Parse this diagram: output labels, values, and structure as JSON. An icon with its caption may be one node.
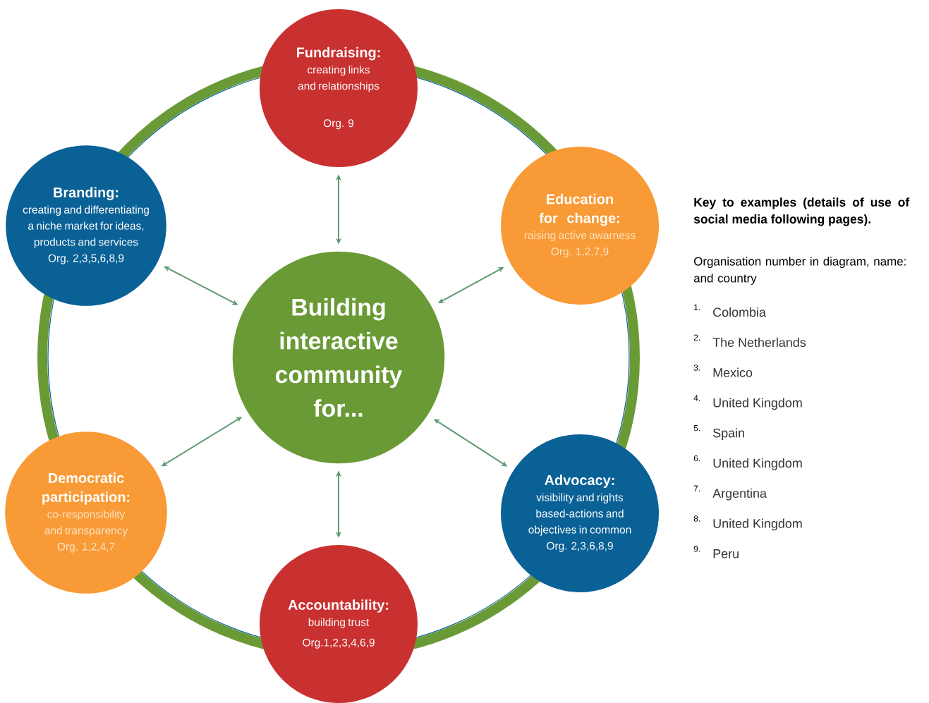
{
  "diagram": {
    "nodes": [
      {
        "text": [
          "Building interactive community for..."
        ]
      },
      {
        "text": [
          "Fundraising:",
          "creating links and relationships",
          "Org. 9"
        ]
      },
      {
        "text": [
          "Education for change:",
          "raising active awarness",
          "Org. 1,2,7,9"
        ]
      },
      {
        "text": [
          "Advocacy:",
          "visibility and rights based-actions and objectives in common",
          "Org. 2,3,6,8,9"
        ]
      },
      {
        "text": [
          "Accountability:",
          "building trust",
          "Org.1,2,3,4,6,9"
        ]
      },
      {
        "text": [
          "Democratic participation:",
          "co-responsibility and transparency",
          "Org. 1,2,4,7"
        ]
      },
      {
        "text": [
          "Branding:",
          "creating and differentiating a niche market for ideas, products and services",
          "Org. 2,3,5,6,8,9"
        ]
      }
    ],
    "edges": [
      {
        "from": 0,
        "to": 1,
        "arrow": "both"
      },
      {
        "from": 0,
        "to": 2,
        "arrow": "both"
      },
      {
        "from": 0,
        "to": 3,
        "arrow": "both"
      },
      {
        "from": 0,
        "to": 4,
        "arrow": "both"
      },
      {
        "from": 0,
        "to": 5,
        "arrow": "both"
      },
      {
        "from": 0,
        "to": 6,
        "arrow": "both"
      }
    ],
    "labels": [
      "Key to examples (details of use of social media following pages).",
      "Organisation number in diagram, name: and country",
      "1.",
      "Colombia",
      "2.",
      "The Netherlands",
      "3.",
      "Mexico",
      "4.",
      "United Kingdom",
      "5.",
      "Spain",
      "6.",
      "United Kingdom",
      "7.",
      "Argentina",
      "8.",
      "United Kingdom",
      "9.",
      "Peru"
    ]
  }
}
